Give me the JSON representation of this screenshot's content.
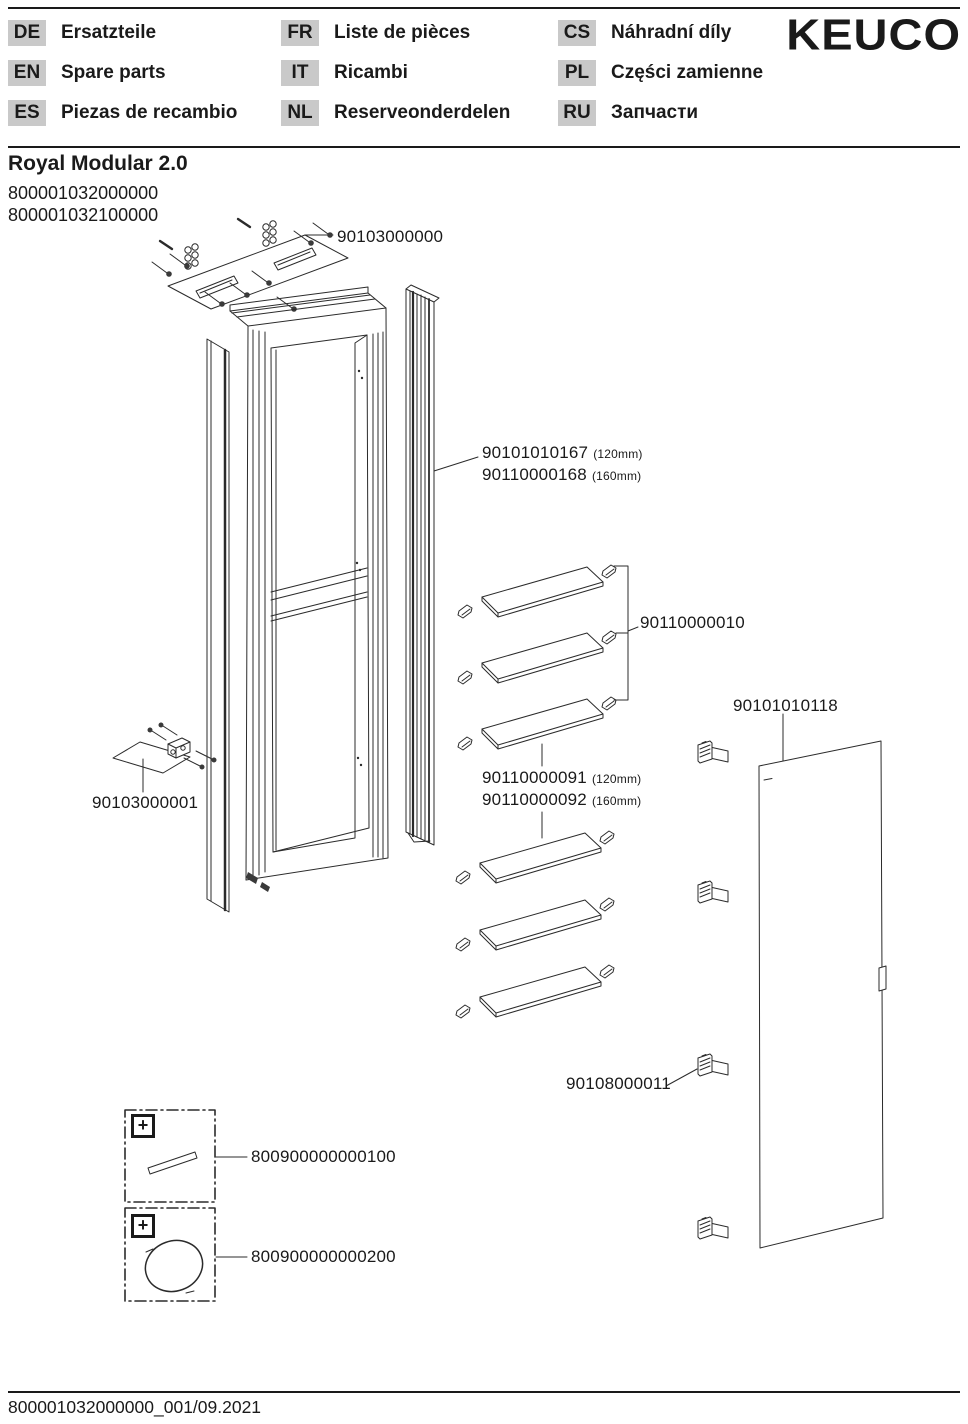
{
  "header": {
    "logo": "KEUCO",
    "languages": [
      {
        "code": "DE",
        "label": "Ersatzteile"
      },
      {
        "code": "EN",
        "label": "Spare parts"
      },
      {
        "code": "ES",
        "label": "Piezas de recambio"
      },
      {
        "code": "FR",
        "label": "Liste de pièces"
      },
      {
        "code": "IT",
        "label": "Ricambi"
      },
      {
        "code": "NL",
        "label": "Reserveonderdelen"
      },
      {
        "code": "CS",
        "label": "Náhradní díly"
      },
      {
        "code": "PL",
        "label": "Części zamienne"
      },
      {
        "code": "RU",
        "label": "Запчасти"
      }
    ]
  },
  "product": {
    "name": "Royal Modular 2.0",
    "variant_1": "800001032000000",
    "variant_2": "800001032100000"
  },
  "parts": {
    "mounting_kit": {
      "number": "90103000000"
    },
    "profile_120": {
      "number": "90101010167",
      "size": "(120mm)"
    },
    "profile_160": {
      "number": "90110000168",
      "size": "(160mm)"
    },
    "shelf_holder": {
      "number": "90110000010"
    },
    "door": {
      "number": "90101010118"
    },
    "shelf_120": {
      "number": "90110000091",
      "size": "(120mm)"
    },
    "shelf_160": {
      "number": "90110000092",
      "size": "(160mm)"
    },
    "wall_fitting": {
      "number": "90103000001"
    },
    "door_clip": {
      "number": "90108000011"
    },
    "accessory_strip": {
      "number": "800900000000100"
    },
    "accessory_mirror": {
      "number": "800900000000200"
    }
  },
  "icons": {
    "plus_icon": "+"
  },
  "colors": {
    "chip_bg": "#c9c9c9",
    "ink": "#1a1a1a",
    "line": "#2b2b2b",
    "paper": "#ffffff"
  },
  "footer": {
    "document_ref": "800001032000000_001/09.2021"
  }
}
